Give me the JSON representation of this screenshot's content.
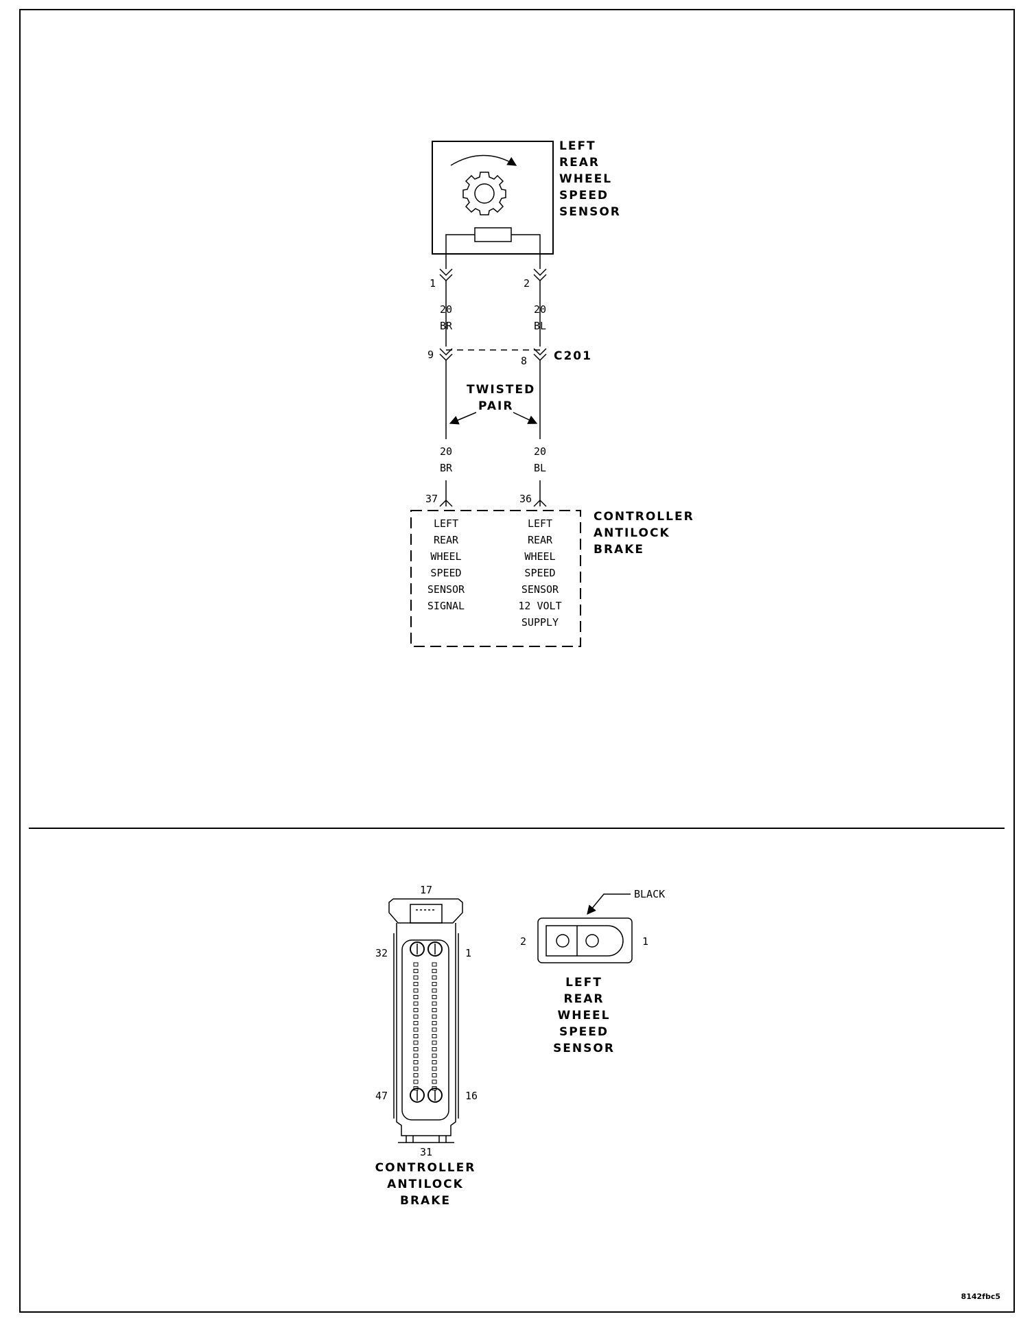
{
  "sensor": {
    "title_lines": [
      "LEFT",
      "REAR",
      "WHEEL",
      "SPEED",
      "SENSOR"
    ],
    "pin1": "1",
    "pin2": "2"
  },
  "wire_top": {
    "left_gauge": "20",
    "left_color": "BR",
    "right_gauge": "20",
    "right_color": "BL"
  },
  "connector_c201": {
    "name": "C201",
    "left_pin": "9",
    "right_pin": "8"
  },
  "twisted_pair": {
    "line1": "TWISTED",
    "line2": "PAIR"
  },
  "wire_bottom": {
    "left_gauge": "20",
    "left_color": "BR",
    "right_gauge": "20",
    "right_color": "BL"
  },
  "controller": {
    "title_lines": [
      "CONTROLLER",
      "ANTILOCK",
      "BRAKE"
    ],
    "left_pin": "37",
    "right_pin": "36",
    "left_function_lines": [
      "LEFT",
      "REAR",
      "WHEEL",
      "SPEED",
      "SENSOR",
      "SIGNAL"
    ],
    "right_function_lines": [
      "LEFT",
      "REAR",
      "WHEEL",
      "SPEED",
      "SENSOR",
      "12 VOLT",
      "SUPPLY"
    ]
  },
  "connector_view_controller": {
    "pin_top": "17",
    "pin_top_left": "32",
    "pin_top_right": "1",
    "pin_bottom_left": "47",
    "pin_bottom_right": "16",
    "pin_bottom": "31",
    "title_lines": [
      "CONTROLLER",
      "ANTILOCK",
      "BRAKE"
    ]
  },
  "connector_view_sensor": {
    "color_label": "BLACK",
    "pin_left": "2",
    "pin_right": "1",
    "title_lines": [
      "LEFT",
      "REAR",
      "WHEEL",
      "SPEED",
      "SENSOR"
    ]
  },
  "figure_id": "8142fbc5"
}
